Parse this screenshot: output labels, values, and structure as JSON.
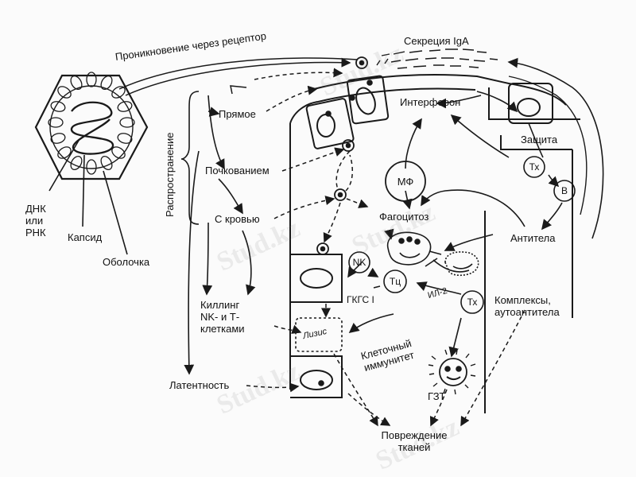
{
  "labels": {
    "penetration": "Проникновение через рецептор",
    "iga_secretion": "Секреция IgA",
    "spread": "Распространение",
    "direct": "Прямое",
    "budding": "Почкованием",
    "blood": "С кровью",
    "killing": "Киллинг\nNK- и Т-\nклетками",
    "latency": "Латентность",
    "dna_rna": "ДНК\nили\nРНК",
    "capsid": "Капсид",
    "envelope": "Оболочка",
    "interferon": "Интерферон",
    "protection": "Защита",
    "mf": "МФ",
    "phagocytosis": "Фагоцитоз",
    "th_upper": "Тх",
    "b_cell": "В",
    "antibodies": "Антитела",
    "nk": "NK",
    "tc": "Тц",
    "mhc": "ГКГС I",
    "il2": "ИЛ-2",
    "th_lower": "Тх",
    "complexes": "Комплексы,\nаутоантитела",
    "lysis": "Лизис",
    "cell_immunity": "Клеточный\nиммунитет",
    "dth": "ГЗТ",
    "tissue_damage": "Повреждение\nтканей"
  },
  "watermark": "Stud.kz",
  "colors": {
    "ink": "#1a1a1a",
    "paper": "#fbfbfb",
    "watermark": "#9a9a9a"
  }
}
